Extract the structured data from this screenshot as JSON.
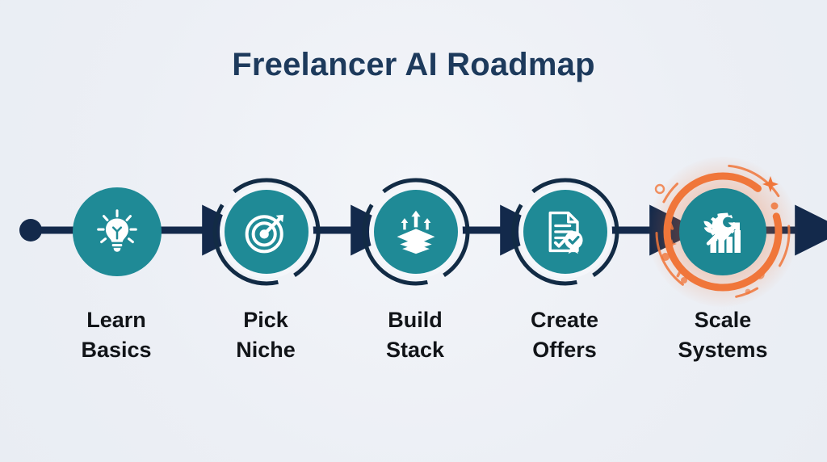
{
  "page": {
    "title": "Freelancer AI Roadmap",
    "background_color": "#eef1f6"
  },
  "palette": {
    "title_color": "#1d3a5c",
    "node_fill": "#1f8a96",
    "node_ring": "#122b45",
    "connector": "#13294b",
    "highlight_ring": "#f0763a",
    "label_color": "#111418",
    "icon_color": "#ffffff"
  },
  "roadmap": {
    "start_marker": "start-dot",
    "end_marker": "end-arrow",
    "steps": [
      {
        "index": 1,
        "label": "Learn\nBasics",
        "icon": "lightbulb-icon",
        "state": "default",
        "ring": "none"
      },
      {
        "index": 2,
        "label": "Pick\nNiche",
        "icon": "target-icon",
        "state": "default",
        "ring": "navy-outline"
      },
      {
        "index": 3,
        "label": "Build\nStack",
        "icon": "layers-arrows-icon",
        "state": "default",
        "ring": "navy-outline"
      },
      {
        "index": 4,
        "label": "Create\nOffers",
        "icon": "certificate-check-icon",
        "state": "default",
        "ring": "navy-outline"
      },
      {
        "index": 5,
        "label": "Scale\nSystems",
        "icon": "growth-gear-chart-icon",
        "state": "highlighted",
        "ring": "orange-glow"
      }
    ],
    "connectors": [
      {
        "from": "start-dot",
        "to": 1
      },
      {
        "from": 1,
        "to": 2
      },
      {
        "from": 2,
        "to": 3
      },
      {
        "from": 3,
        "to": 4
      },
      {
        "from": 4,
        "to": 5
      },
      {
        "from": 5,
        "to": "end-arrow"
      }
    ]
  }
}
